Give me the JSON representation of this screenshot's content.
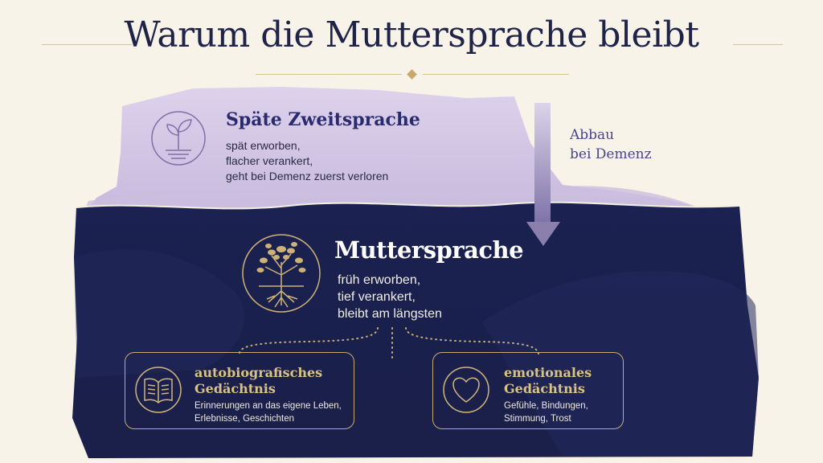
{
  "title": "Warum die Muttersprache bleibt",
  "second_language": {
    "title": "Späte Zweitsprache",
    "description": "spät erworben,\nflacher verankert,\ngeht bei Demenz zuerst verloren",
    "icon": "sprout-icon"
  },
  "arrow": {
    "label": "Abbau\nbei Demenz",
    "icon": "down-arrow-icon"
  },
  "native_language": {
    "title": "Muttersprache",
    "description": "früh erworben,\ntief verankert,\nbleibt am längsten",
    "icon": "tree-roots-icon"
  },
  "memory_cards": [
    {
      "title": "autobiografisches\nGedächtnis",
      "description": "Erinnerungen an das eigene Leben,\nErlebnisse, Geschichten",
      "icon": "open-book-icon"
    },
    {
      "title": "emotionales\nGedächtnis",
      "description": "Gefühle, Bindungen,\nStimmung, Trost",
      "icon": "heart-icon"
    }
  ],
  "colors": {
    "background": "#f8f3e8",
    "navy": "#1d2452",
    "lavender": "#d6cbe6",
    "gold": "#c9ad70",
    "arrow": "#8a7fad"
  }
}
